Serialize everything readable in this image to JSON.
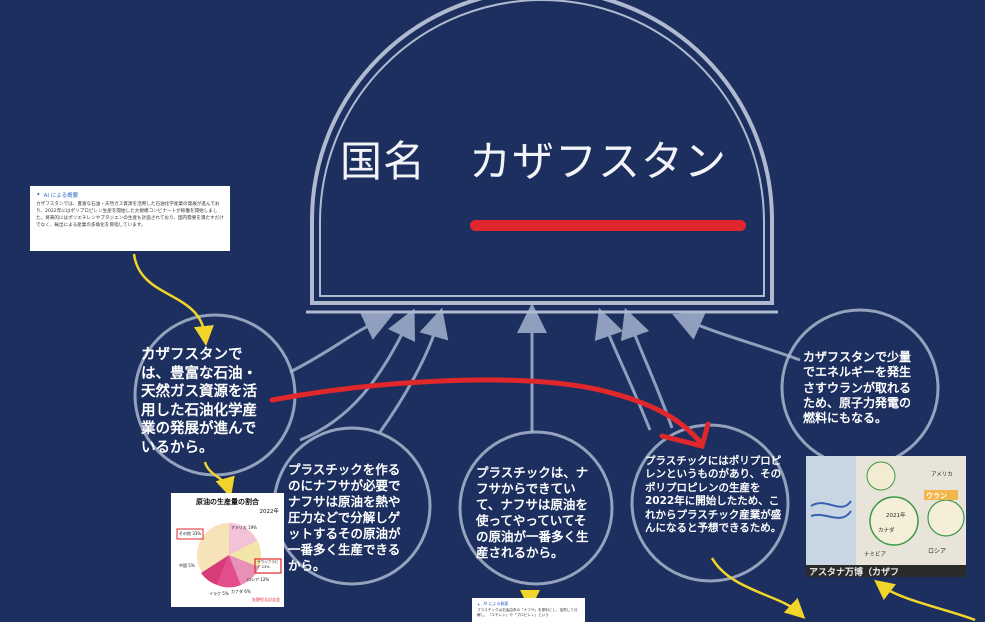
{
  "title": "国名　カザフスタン",
  "nodes": [
    {
      "text": "カザフスタンでは、豊富な石油・天然ガス資源を活用した石油化学産業の発展が進んでいるから。"
    },
    {
      "text": "プラスチックを作るのにナフサが必要でナフサは原油を熱や圧力などで分解しゲットするその原油が一番多く生産できるから。"
    },
    {
      "text": "プラスチックは、ナフサからできていて、ナフサは原油を使ってやっていてその原油が一番多く生産されるから。"
    },
    {
      "text": "プラスチックにはポリプロピレンというものがあり、そのポリプロピレンの生産を2022年に開始したため、これからプラスチック産業が盛んになると予想できるため。"
    },
    {
      "text": "カザフスタンで少量でエネルギーを発生さすウランが取れるため、原子力発電の燃料にもなる。"
    }
  ],
  "thumbnails": {
    "ai_overview": {
      "header": "AI による概要",
      "body": "カザフスタンでは、豊富な石油・天然ガス資源を活用した石油化学産業の発展が進んでおり、2022年にはポリプロピレン生産を開始した大規模コンビナートが稼働を開始しました。将来的にはポリエチレンやブタジエンの生産も計画されており、国内需要を満たすだけでなく、輸出による産業の多角化を目指しています。"
    },
    "pie_chart": {
      "title": "原油の生産量の割合",
      "year": "2022年",
      "labels": [
        "アメリカ 19%",
        "サウジアラビア 13%",
        "ロシア 12%",
        "カナダ 6%",
        "イラク 5%",
        "中国 5%",
        "その他 33%"
      ],
      "source": "矢野恒太記念会"
    },
    "ai_overview_2": {
      "header": "AI による概要",
      "body": "プラスチックは石油由来の「ナフサ」を原料とし、加熱して分解し、「エチレン」や「プロピレン」という"
    },
    "photo": {
      "caption": "アスタナ万博（カザフ",
      "labels": [
        "ウラン",
        "ロシア",
        "カナダ",
        "2021年",
        "アメリカ",
        "ナミビア"
      ]
    }
  },
  "colors": {
    "background": "#1c2f5e",
    "accent_red": "#e0282c",
    "arrow_yellow": "#f2d52a",
    "outline": "#c9d3e6"
  }
}
